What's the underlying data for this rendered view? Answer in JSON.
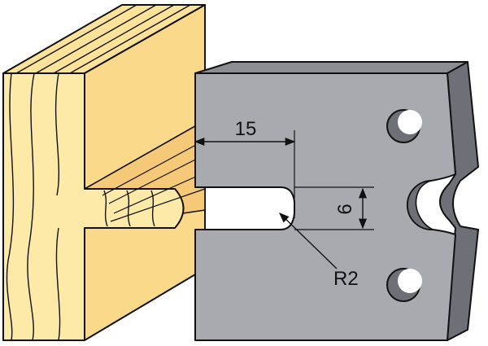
{
  "diagram": {
    "dimensions": {
      "width_label": "15",
      "height_label": "6",
      "radius_label": "R2"
    },
    "colors": {
      "wood_face": "#fde9a8",
      "wood_side": "#fbd98a",
      "wood_top": "#fde39a",
      "wood_grain": "#1a1a1a",
      "steel_face": "#a9aab0",
      "steel_side": "#6f7077",
      "steel_top": "#8c8d93",
      "hole_fill": "#ffffff",
      "line": "#111111"
    }
  }
}
